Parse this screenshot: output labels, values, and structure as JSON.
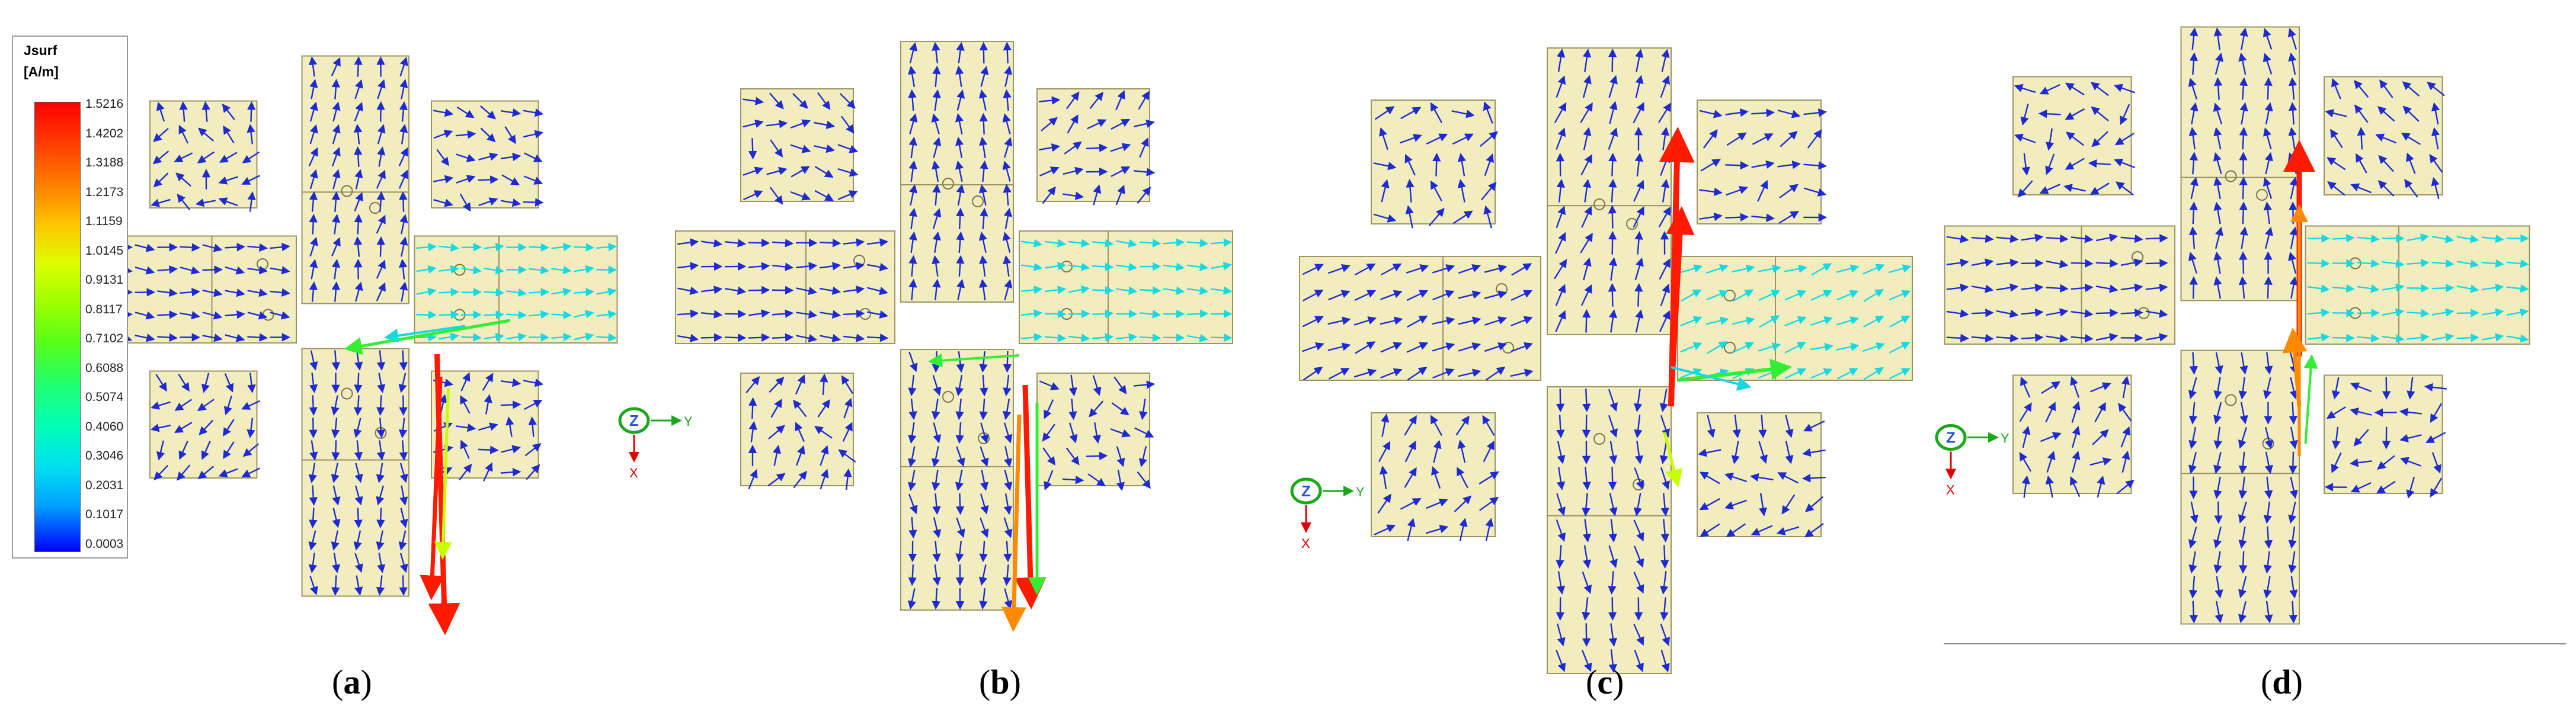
{
  "legend": {
    "title": "Jsurf",
    "unit": "[A/m]",
    "values": [
      "1.5216",
      "1.4202",
      "1.3188",
      "1.2173",
      "1.1159",
      "1.0145",
      "0.9131",
      "0.8117",
      "0.7102",
      "0.6088",
      "0.5074",
      "0.4060",
      "0.3046",
      "0.2031",
      "0.1017",
      "0.0003"
    ]
  },
  "axes": {
    "z": "Z",
    "y": "Y",
    "x": "X"
  },
  "panels": [
    {
      "label": "a"
    },
    {
      "label": "b"
    },
    {
      "label": "c"
    },
    {
      "label": "d"
    }
  ],
  "colors": {
    "patch_fill": "#f2edbf",
    "patch_stroke": "#9b9560",
    "arrow_low": "#1f2bd0",
    "arrow_mid": "#19d8e0",
    "arrow_high": "#ff1a00",
    "arrow_orange": "#ff8a00",
    "axis_green": "#1aa81a",
    "axis_red": "#e00000",
    "axis_blue": "#2a55c8"
  }
}
